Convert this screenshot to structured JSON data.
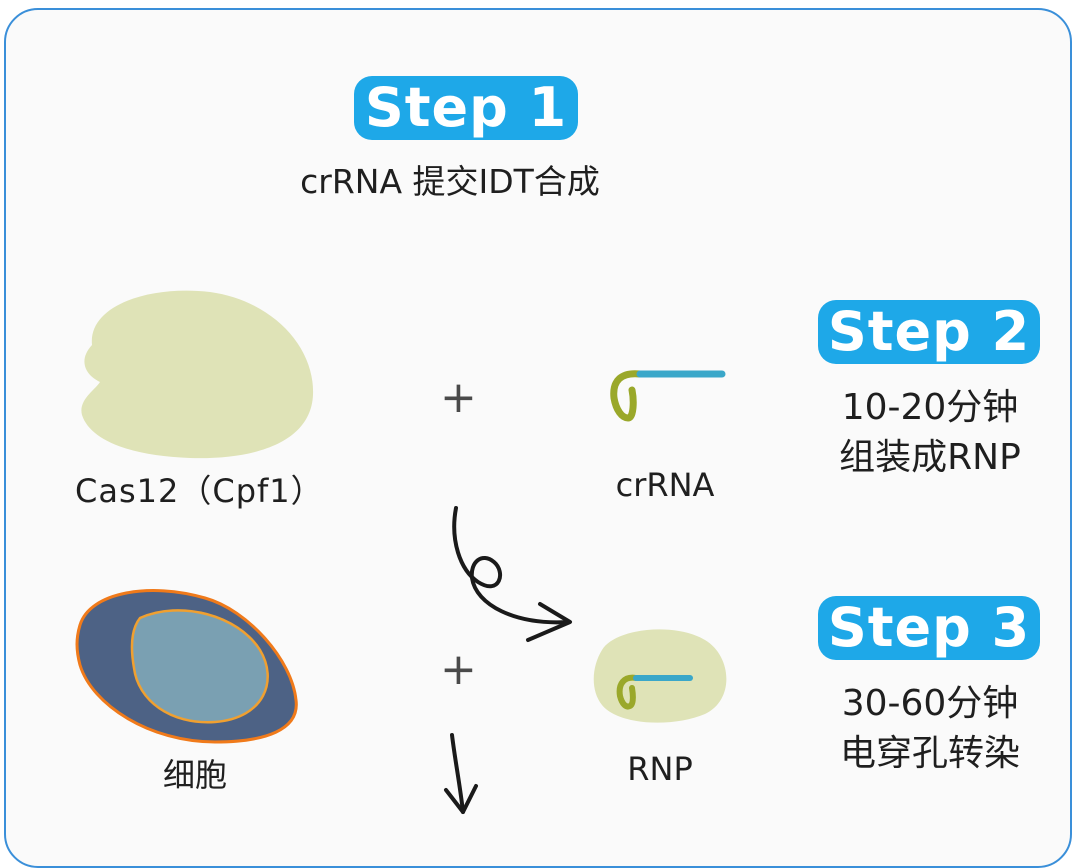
{
  "step1": {
    "badge": "Step 1",
    "caption": "crRNA 提交IDT合成"
  },
  "step2": {
    "badge": "Step 2",
    "line1": "10-20分钟",
    "line2": "组装成RNP"
  },
  "step3": {
    "badge": "Step 3",
    "line1": "30-60分钟",
    "line2": "电穿孔转染"
  },
  "labels": {
    "cas12": "Cas12（Cpf1）",
    "crrna": "crRNA",
    "cell": "细胞",
    "rnp": "RNP"
  },
  "symbols": {
    "plus": "+"
  },
  "colors": {
    "accent_blue": "#1ea8e8",
    "protein": "#dfe3b7",
    "rna_blue": "#3aa7c9",
    "rna_green": "#9aa82a",
    "cell_outer": "#4d6285",
    "cell_inner": "#7aa0b2",
    "cell_border": "#f07a1a"
  }
}
